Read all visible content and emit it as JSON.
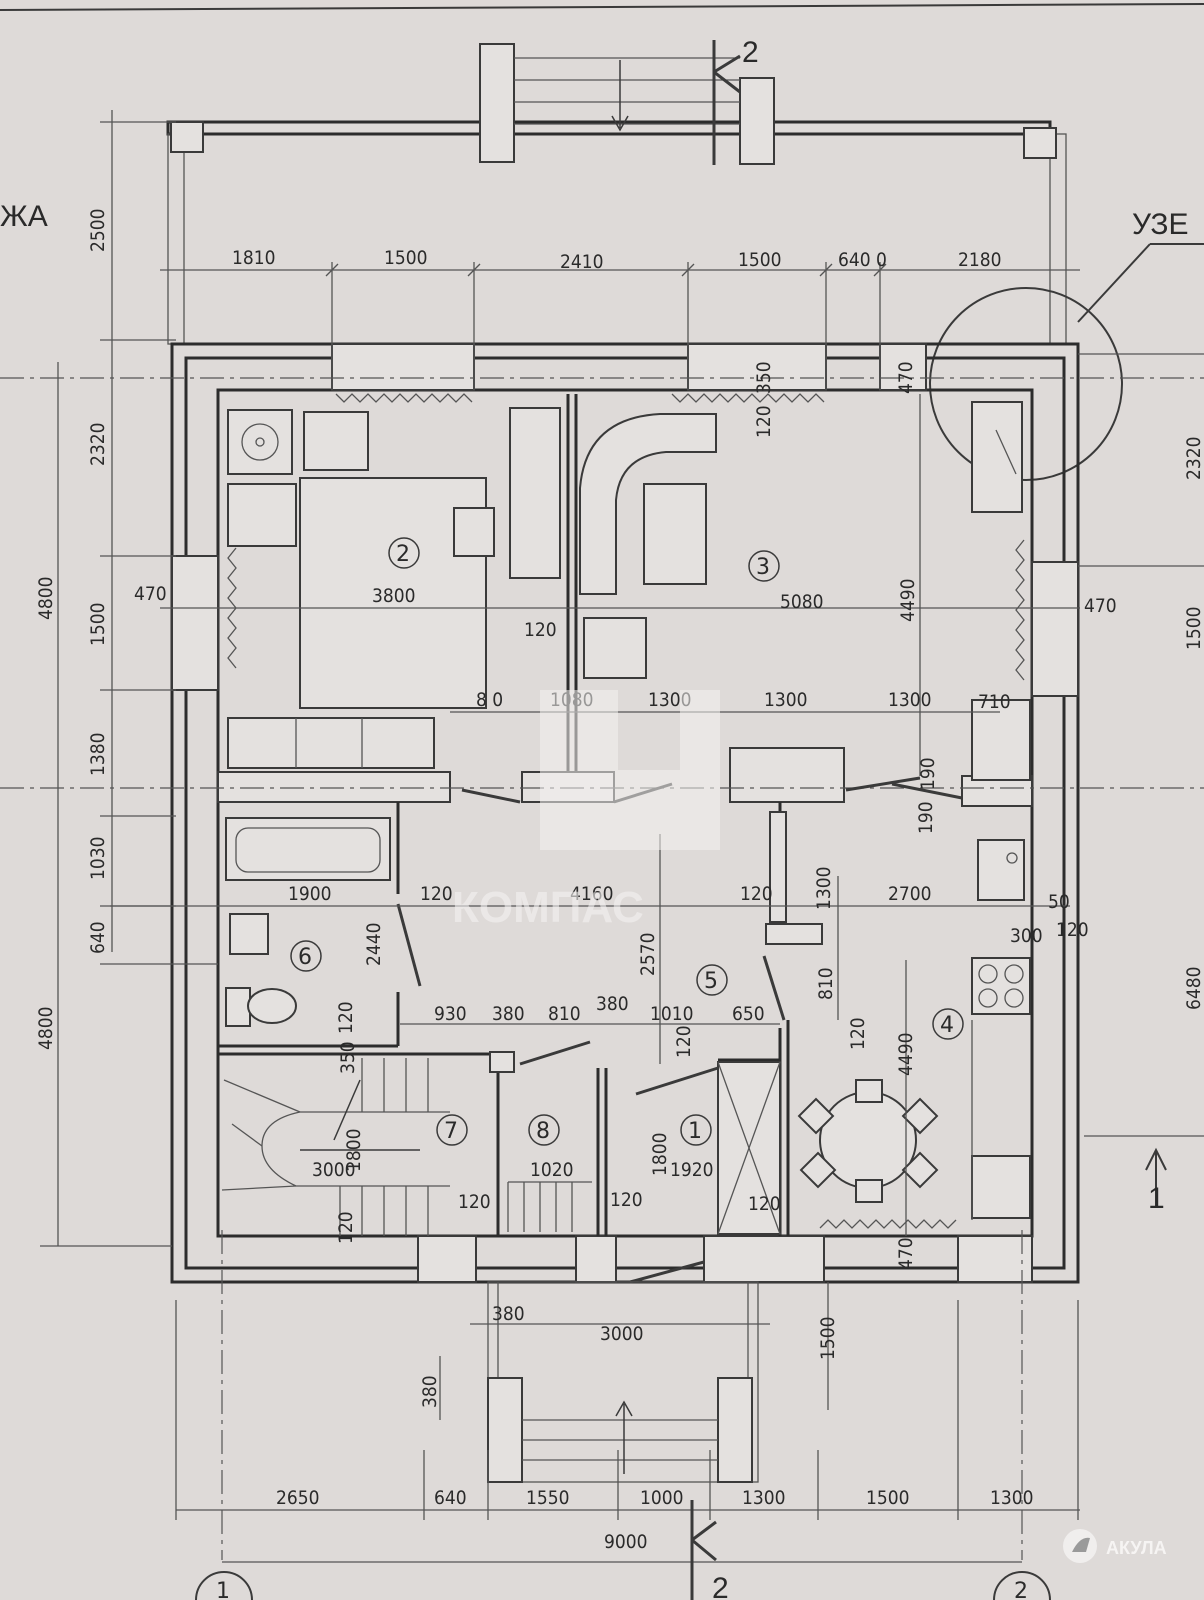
{
  "labels": {
    "corner_text": "ЖА",
    "node_text": "УЗЕ",
    "section_mark_top": "2",
    "section_mark_bottom": "2",
    "section_mark_right": "1",
    "axis_left": "1",
    "axis_right": "2",
    "watermark": "КОМПАС",
    "brand": "АКУЛА"
  },
  "rooms": [
    {
      "id": "2"
    },
    {
      "id": "3"
    },
    {
      "id": "4"
    },
    {
      "id": "5"
    },
    {
      "id": "6"
    },
    {
      "id": "7"
    },
    {
      "id": "8"
    },
    {
      "id": "1"
    }
  ],
  "dims_top": [
    "1810",
    "1500",
    "2410",
    "1500",
    "640 0",
    "2180"
  ],
  "dims_bottom": [
    "2650",
    "640",
    "1550",
    "1000",
    "1300",
    "1500",
    "1300"
  ],
  "dim_total": "9000",
  "dims_left": [
    "2500",
    "2320",
    "1500",
    "1380",
    "1030",
    "640",
    "4800",
    "4800"
  ],
  "dims_interior": [
    "3800",
    "5080",
    "470",
    "470",
    "4490",
    "120",
    "8 0",
    "1080",
    "1300",
    "1300",
    "1300",
    "710",
    "350",
    "120",
    "470",
    "1900",
    "120",
    "4160",
    "120",
    "2700",
    "1300",
    "2440",
    "2570",
    "190",
    "190",
    "50",
    "300",
    "120",
    "930",
    "380",
    "810",
    "380",
    "1010",
    "650",
    "810",
    "120",
    "120",
    "4490",
    "3000",
    "1800",
    "1020",
    "1920",
    "1800",
    "120",
    "120",
    "120",
    "120",
    "350",
    "120",
    "470",
    "380",
    "3000",
    "380",
    "1500"
  ],
  "dims_right_edge": [
    "1500",
    "6480",
    "2320"
  ]
}
